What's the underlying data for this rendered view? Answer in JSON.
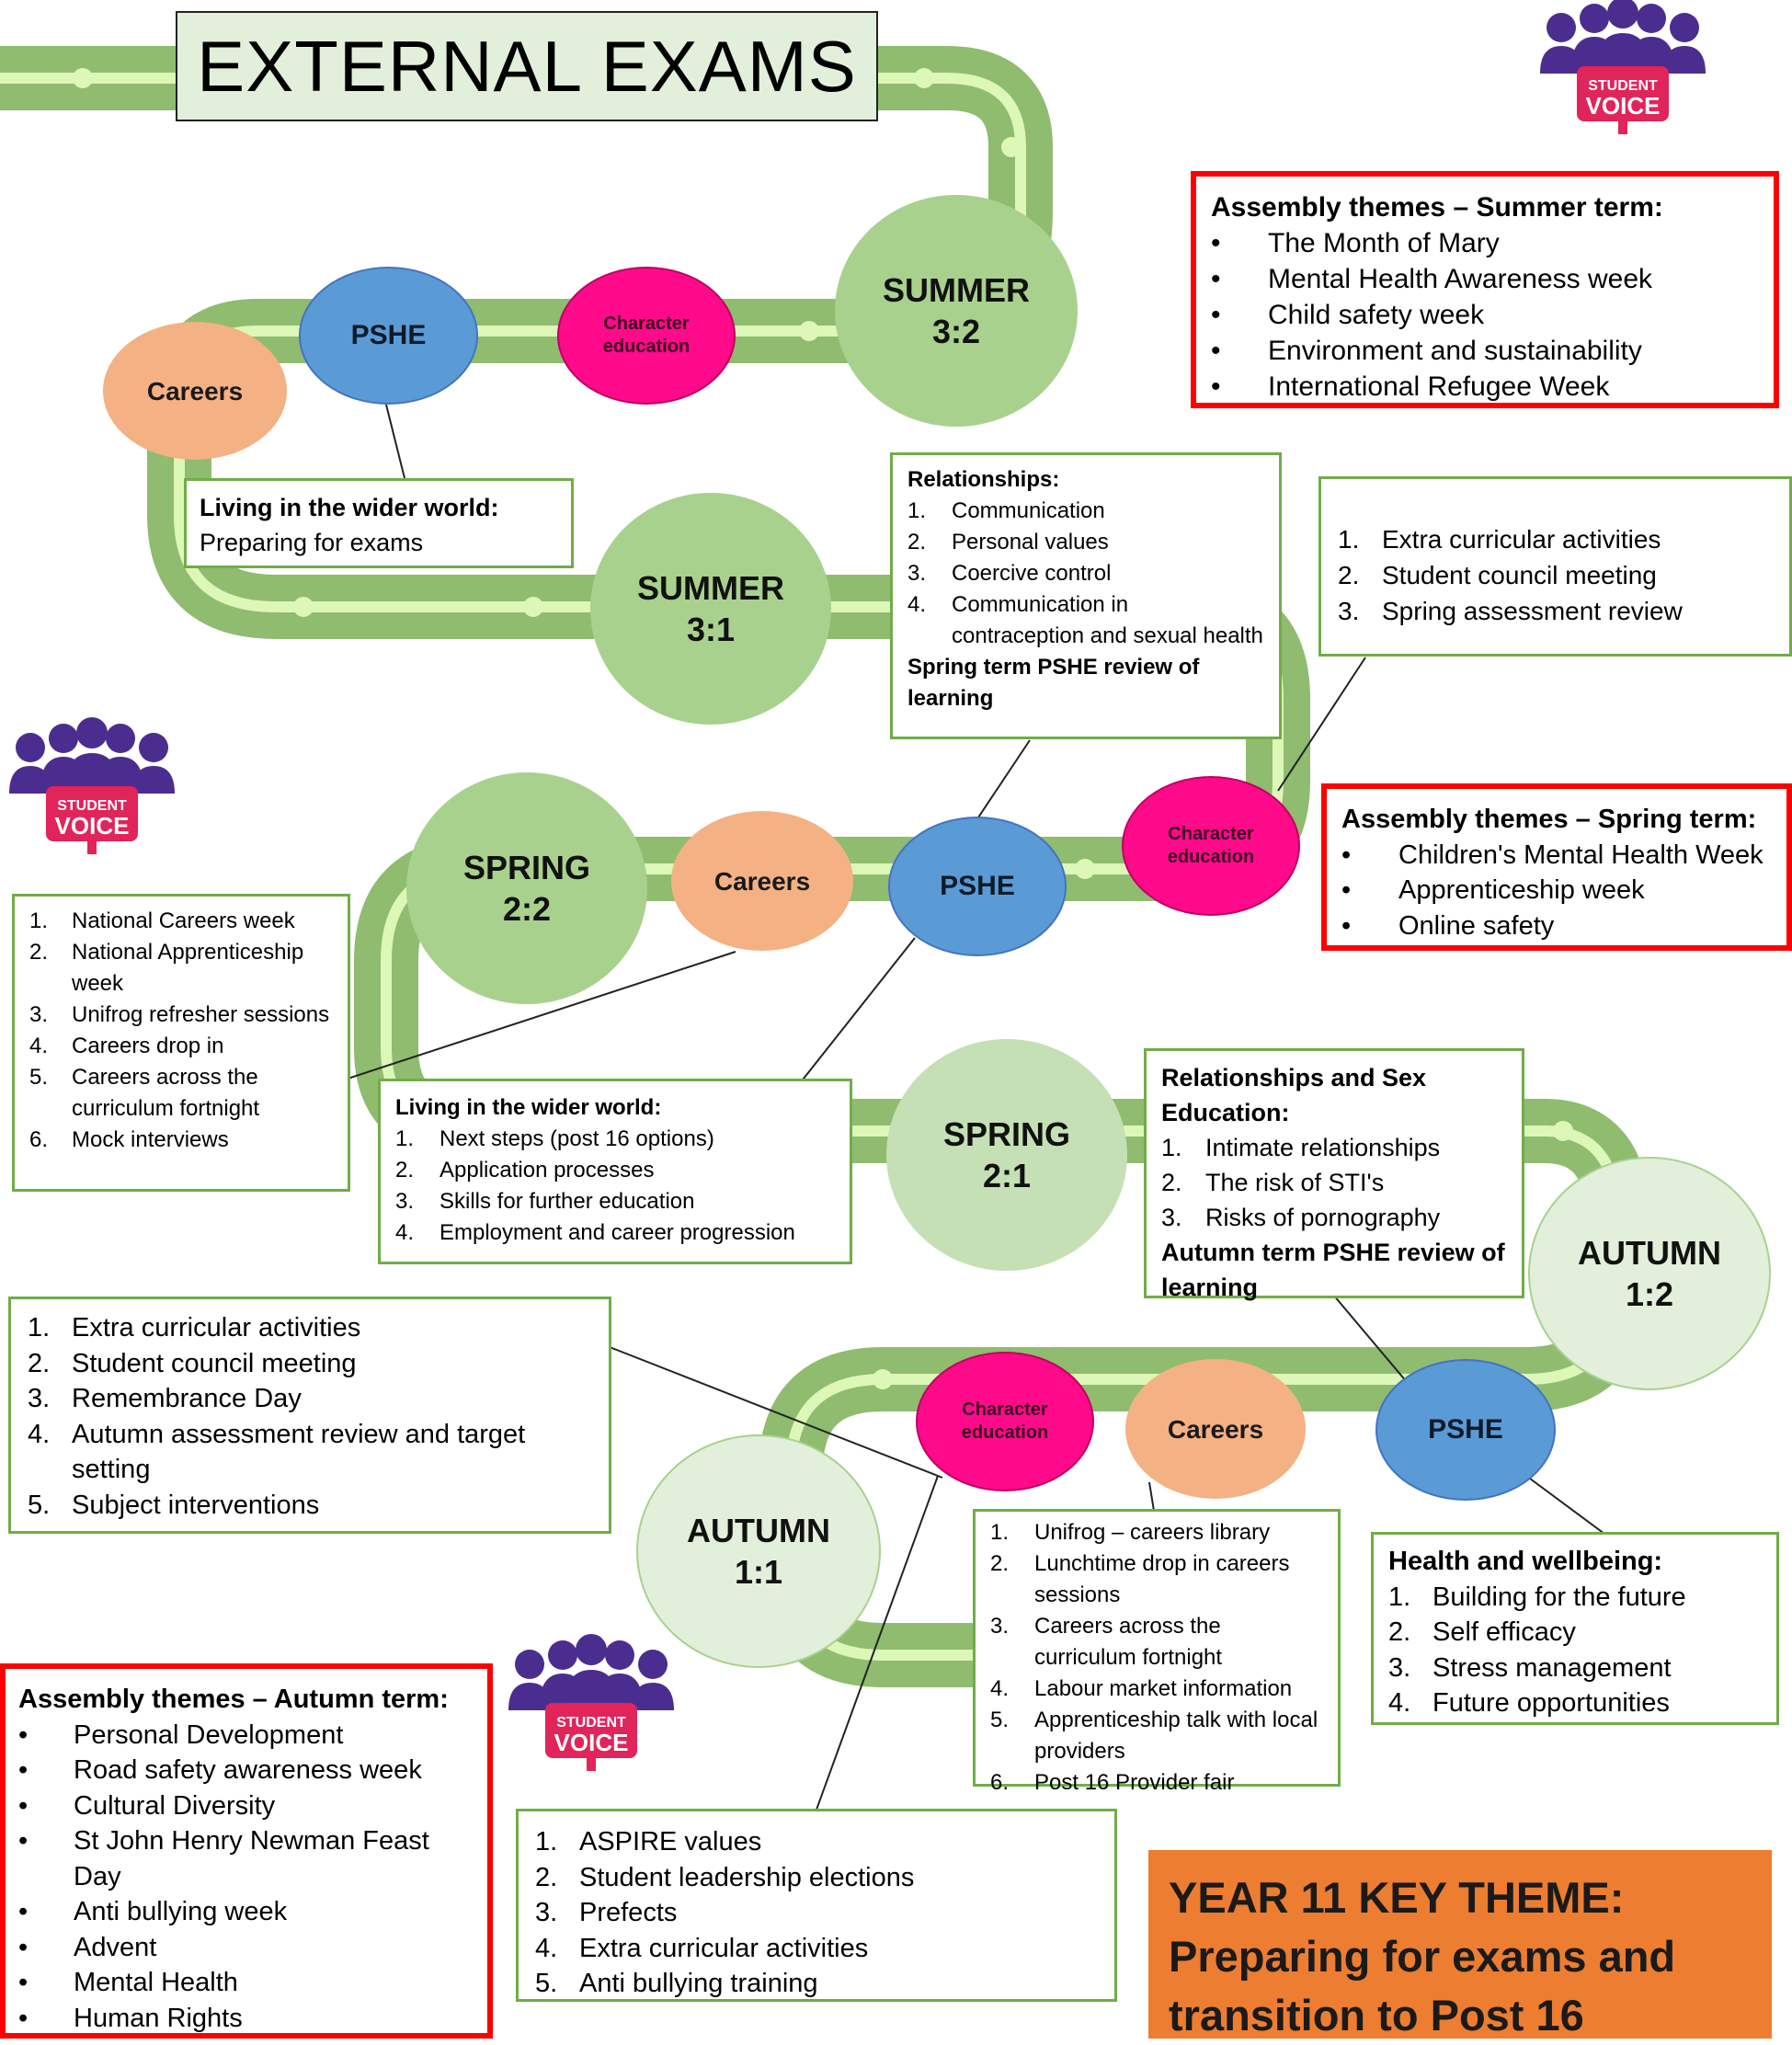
{
  "title": "EXTERNAL EXAMS",
  "key_theme": {
    "line1": "YEAR 11 KEY THEME:",
    "line2": "Preparing for exams and",
    "line3": "transition to Post 16"
  },
  "student_voice": {
    "top": "STUDENT",
    "bottom": "VOICE"
  },
  "colors": {
    "road": "#8fbc6f",
    "road_centre": "#dcf7b8",
    "summer": "#a9d18e",
    "spring": "#c5e0b4",
    "autumn": "#e2efda",
    "careers": "#f4b183",
    "pshe": "#5b9bd5",
    "character": "#ff0a8a",
    "box_border": "#70ad47",
    "assembly_border": "#ff0000",
    "key_theme_bg": "#ed7d31",
    "student_voice_purple": "#4b2d8f",
    "student_voice_red": "#e1245a"
  },
  "terms": {
    "summer_3_2": {
      "name": "SUMMER",
      "code": "3:2"
    },
    "summer_3_1": {
      "name": "SUMMER",
      "code": "3:1"
    },
    "spring_2_2": {
      "name": "SPRING",
      "code": "2:2"
    },
    "spring_2_1": {
      "name": "SPRING",
      "code": "2:1"
    },
    "autumn_1_2": {
      "name": "AUTUMN",
      "code": "1:2"
    },
    "autumn_1_1": {
      "name": "AUTUMN",
      "code": "1:1"
    }
  },
  "stops": {
    "careers": "Careers",
    "pshe": "PSHE",
    "character_line1": "Character",
    "character_line2": "education"
  },
  "summer_pshe": {
    "heading": "Living in the wider world:",
    "text": "Preparing for exams"
  },
  "summer_assembly": {
    "heading": "Assembly themes – Summer term:",
    "items": [
      "The Month of Mary",
      "Mental Health Awareness week",
      "Child safety week",
      "Environment and sustainability",
      "International Refugee Week"
    ]
  },
  "spring_pshe_relationships": {
    "heading": "Relationships:",
    "items": [
      "Communication",
      "Personal values",
      "Coercive control",
      "Communication in contraception and sexual health"
    ],
    "footer": "Spring term PSHE review of learning"
  },
  "spring_character": {
    "items": [
      "Extra curricular activities",
      "Student council meeting",
      "Spring assessment review"
    ]
  },
  "spring_assembly": {
    "heading": "Assembly themes – Spring term:",
    "items": [
      "Children's Mental Health Week",
      "Apprenticeship week",
      "Online safety"
    ]
  },
  "spring_careers": {
    "items": [
      "National Careers week",
      "National Apprenticeship week",
      "Unifrog refresher sessions",
      "Careers drop in",
      "Careers across the curriculum fortnight",
      "Mock interviews"
    ]
  },
  "spring_pshe_wider": {
    "heading": "Living in the wider world:",
    "items": [
      "Next steps (post 16 options)",
      "Application processes",
      "Skills for further education",
      "Employment and career progression"
    ]
  },
  "autumn_rse": {
    "heading": "Relationships and Sex Education:",
    "items": [
      "Intimate relationships",
      "The risk of STI's",
      "Risks of pornography"
    ],
    "footer": "Autumn term PSHE review of learning"
  },
  "autumn_character": {
    "items": [
      "Extra curricular activities",
      "Student council meeting",
      "Remembrance Day",
      "Autumn assessment review and target setting",
      "Subject interventions"
    ]
  },
  "autumn_careers": {
    "items": [
      "Unifrog – careers library",
      "Lunchtime drop in careers sessions",
      "Careers across the curriculum fortnight",
      "Labour market information",
      "Apprenticeship talk with local providers",
      "Post 16 Provider fair"
    ]
  },
  "autumn_health": {
    "heading": "Health and wellbeing:",
    "items": [
      "Building for the future",
      "Self efficacy",
      "Stress management",
      "Future opportunities"
    ]
  },
  "autumn_assembly": {
    "heading": "Assembly themes – Autumn term:",
    "items": [
      "Personal Development",
      "Road safety awareness week",
      "Cultural Diversity",
      "St John Henry Newman Feast Day",
      "Anti bullying week",
      "Advent",
      "Mental Health",
      "Human Rights"
    ]
  },
  "autumn_aspire": {
    "items": [
      "ASPIRE values",
      "Student leadership elections",
      "Prefects",
      "Extra curricular activities",
      "Anti bullying training"
    ]
  }
}
